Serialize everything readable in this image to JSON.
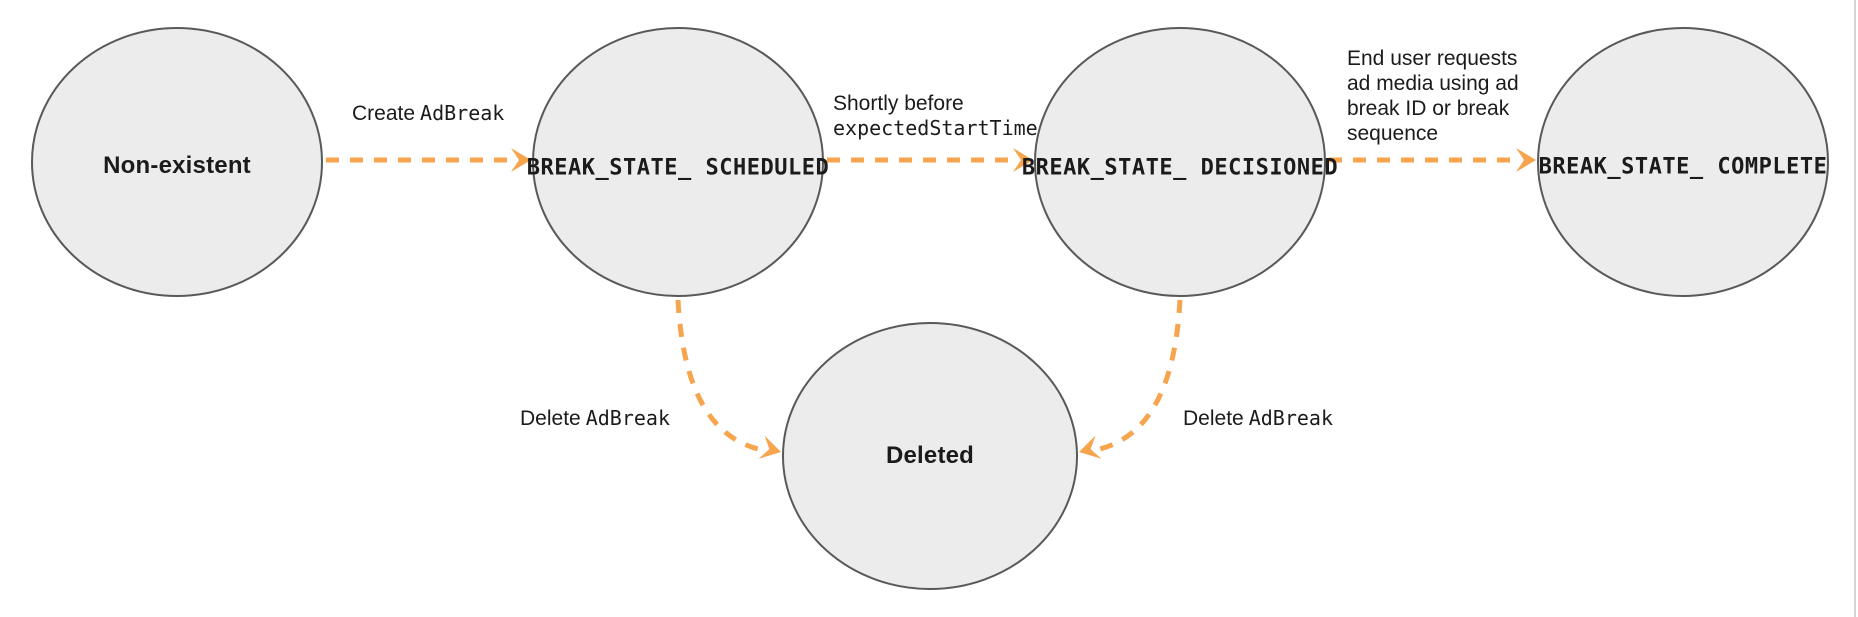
{
  "diagram": {
    "name": "Ad break state transition diagram",
    "colors": {
      "arrow_orange": "#f7a44e",
      "node_fill": "#ececec",
      "node_stroke": "#595959",
      "text": "#1b1b1b"
    },
    "nodes": [
      {
        "id": "non-existent",
        "label": "Non-existent"
      },
      {
        "id": "break-state-scheduled",
        "label_line1": "BREAK_STATE_",
        "label_line2": "SCHEDULED"
      },
      {
        "id": "break-state-decisioned",
        "label_line1": "BREAK_STATE_",
        "label_line2": "DECISIONED"
      },
      {
        "id": "break-state-complete",
        "label_line1": "BREAK_STATE_",
        "label_line2": "COMPLETE"
      },
      {
        "id": "deleted",
        "label": "Deleted"
      }
    ],
    "edges": [
      {
        "from": "non-existent",
        "to": "break-state-scheduled",
        "label_plain": "Create",
        "label_code": "AdBreak"
      },
      {
        "from": "break-state-scheduled",
        "to": "break-state-decisioned",
        "label_plain": "Shortly before",
        "label_code": "expectedStartTime"
      },
      {
        "from": "break-state-decisioned",
        "to": "break-state-complete",
        "label_plain": "End user requests\nad media using ad\nbreak ID or break\nsequence"
      },
      {
        "from": "break-state-scheduled",
        "to": "deleted",
        "label_plain": "Delete",
        "label_code": "AdBreak"
      },
      {
        "from": "break-state-decisioned",
        "to": "deleted",
        "label_plain": "Delete",
        "label_code": "AdBreak"
      }
    ]
  }
}
